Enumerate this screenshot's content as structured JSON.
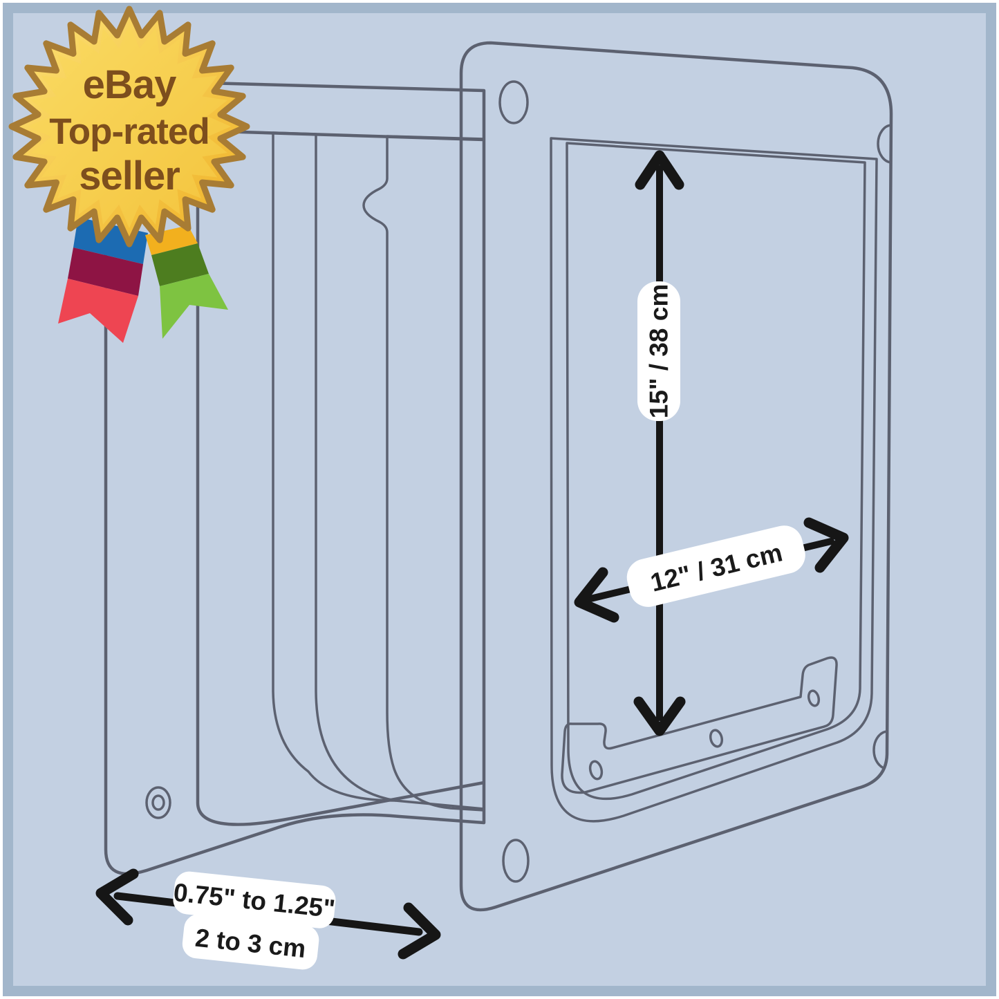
{
  "badge": {
    "lines": [
      "eBay",
      "Top-rated",
      "seller"
    ],
    "text_color": "#7d4e1d",
    "star_border": "#a87c34",
    "star_gold_light": "#fce176",
    "star_gold_dark": "#efb125",
    "star_inner_glow": "#f9d654",
    "ribbon_left": [
      "#1c6bb2",
      "#8e1444",
      "#ee4552"
    ],
    "ribbon_right": [
      "#f2b01e",
      "#4d7d1f",
      "#7ec341"
    ]
  },
  "dimensions": {
    "height_label": "15\" / 38 cm",
    "width_label": "12\" / 31 cm",
    "depth_label_inches": "0.75\" to 1.25\"",
    "depth_label_metric": "2 to 3 cm"
  },
  "colors": {
    "page_border": "#a2b6cb",
    "background": "#c3d0e2",
    "plate": "#e9ebf4",
    "plate_light": "#eef0f8",
    "outline": "#5c6170",
    "arrow": "#161616",
    "label_background": "#ffffff",
    "label_text": "#1a1a1a"
  }
}
